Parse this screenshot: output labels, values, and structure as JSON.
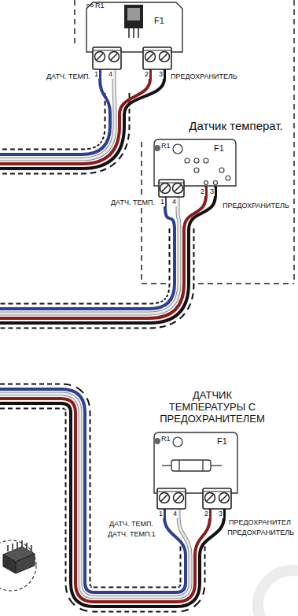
{
  "diagram": {
    "nodes": [
      {
        "text": [
          "R1",
          "F1"
        ]
      },
      {
        "text": [
          "Датчик температ.",
          "R1",
          "F1"
        ]
      },
      {
        "text": [
          "ДАТЧИК ТЕМПЕРАТУРЫ С ПРЕДОХРАНИТЕЛЕМ",
          "R1",
          "F1"
        ]
      }
    ],
    "labels": [
      "1",
      "4",
      "2",
      "3",
      "ДАТЧ. ТЕМП.",
      "ПРЕДОХРАНИТЕЛЬ",
      "1",
      "4",
      "2",
      "3",
      "ДАТЧ. ТЕМП.",
      "ПРЕДОХРАНИТЕЛЬ",
      "1",
      "4",
      "2",
      "3",
      "ДАТЧ. ТЕМП.",
      "ДАТЧ. ТЕМП.1",
      "ПРЕДОХРАНИТЕЛ",
      "ПРЕДОХРАНИТЕЛЬ"
    ]
  }
}
